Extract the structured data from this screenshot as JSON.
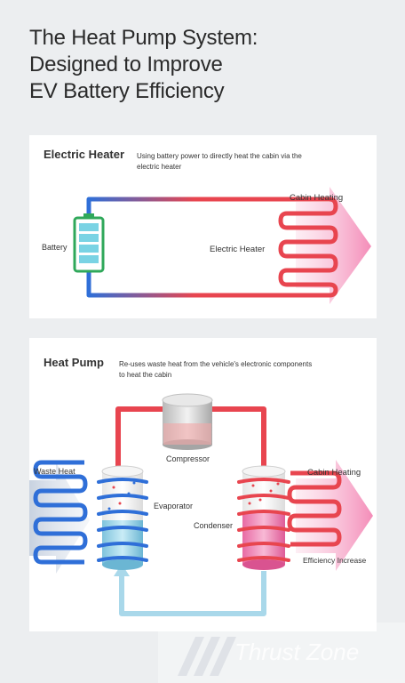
{
  "title": {
    "line1": "The Heat Pump System:",
    "line2": "Designed to Improve",
    "line3": "EV Battery Efficiency"
  },
  "electric_heater": {
    "heading": "Electric Heater",
    "desc_line1": "Using battery power to directly heat the cabin via the",
    "desc_line2": "electric heater",
    "battery_label": "Battery",
    "heater_label": "Electric Heater",
    "cabin_label": "Cabin Heating"
  },
  "heat_pump": {
    "heading": "Heat Pump",
    "desc_line1": "Re-uses waste heat from the vehicle's electronic components",
    "desc_line2": "to heat the cabin",
    "compressor_label": "Compressor",
    "waste_heat_label": "Waste Heat",
    "evaporator_label": "Evaporator",
    "condenser_label": "Condenser",
    "cabin_label": "Cabin Heating",
    "efficiency_label": "Efficiency Increase"
  },
  "watermark": {
    "text": "Thrust Zone"
  },
  "colors": {
    "blue": "#2f6fd8",
    "red": "#e8454f",
    "pink": "#f6a6c6",
    "light_blue": "#a9d8ea"
  }
}
